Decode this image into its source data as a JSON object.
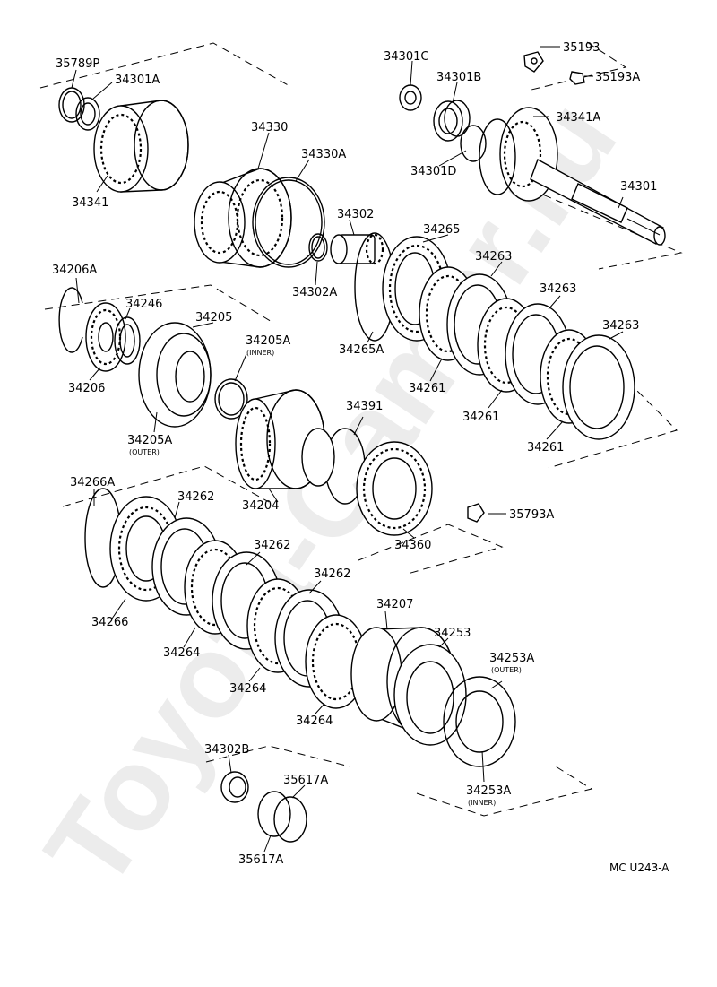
{
  "watermark": "Toyota-Camer.ru",
  "reference": "MC U243-A",
  "labels": {
    "p35789P": "35789P",
    "p34301A": "34301A",
    "p34341": "34341",
    "p34330": "34330",
    "p34330A": "34330A",
    "p34302": "34302",
    "p34302A": "34302A",
    "p34301C": "34301C",
    "p34301B": "34301B",
    "p34301D": "34301D",
    "p35193": "35193",
    "p35193A": "35193A",
    "p34341A": "34341A",
    "p34301": "34301",
    "p34265": "34265",
    "p34265A": "34265A",
    "p34263a": "34263",
    "p34263b": "34263",
    "p34263c": "34263",
    "p34261a": "34261",
    "p34261b": "34261",
    "p34261c": "34261",
    "p34206A": "34206A",
    "p34246": "34246",
    "p34205": "34205",
    "p34205A_inner": "34205A",
    "p34205A_inner_sub": "(INNER)",
    "p34206": "34206",
    "p34205A_outer": "34205A",
    "p34205A_outer_sub": "(OUTER)",
    "p34391": "34391",
    "p34204": "34204",
    "p34360": "34360",
    "p35793A": "35793A",
    "p34266A": "34266A",
    "p34262a": "34262",
    "p34262b": "34262",
    "p34262c": "34262",
    "p34266": "34266",
    "p34264a": "34264",
    "p34264b": "34264",
    "p34264c": "34264",
    "p34207": "34207",
    "p34253": "34253",
    "p34253A_outer": "34253A",
    "p34253A_outer_sub": "(OUTER)",
    "p34253A_inner": "34253A",
    "p34253A_inner_sub": "(INNER)",
    "p34302B": "34302B",
    "p35617A_top": "35617A",
    "p35617A_bot": "35617A"
  }
}
